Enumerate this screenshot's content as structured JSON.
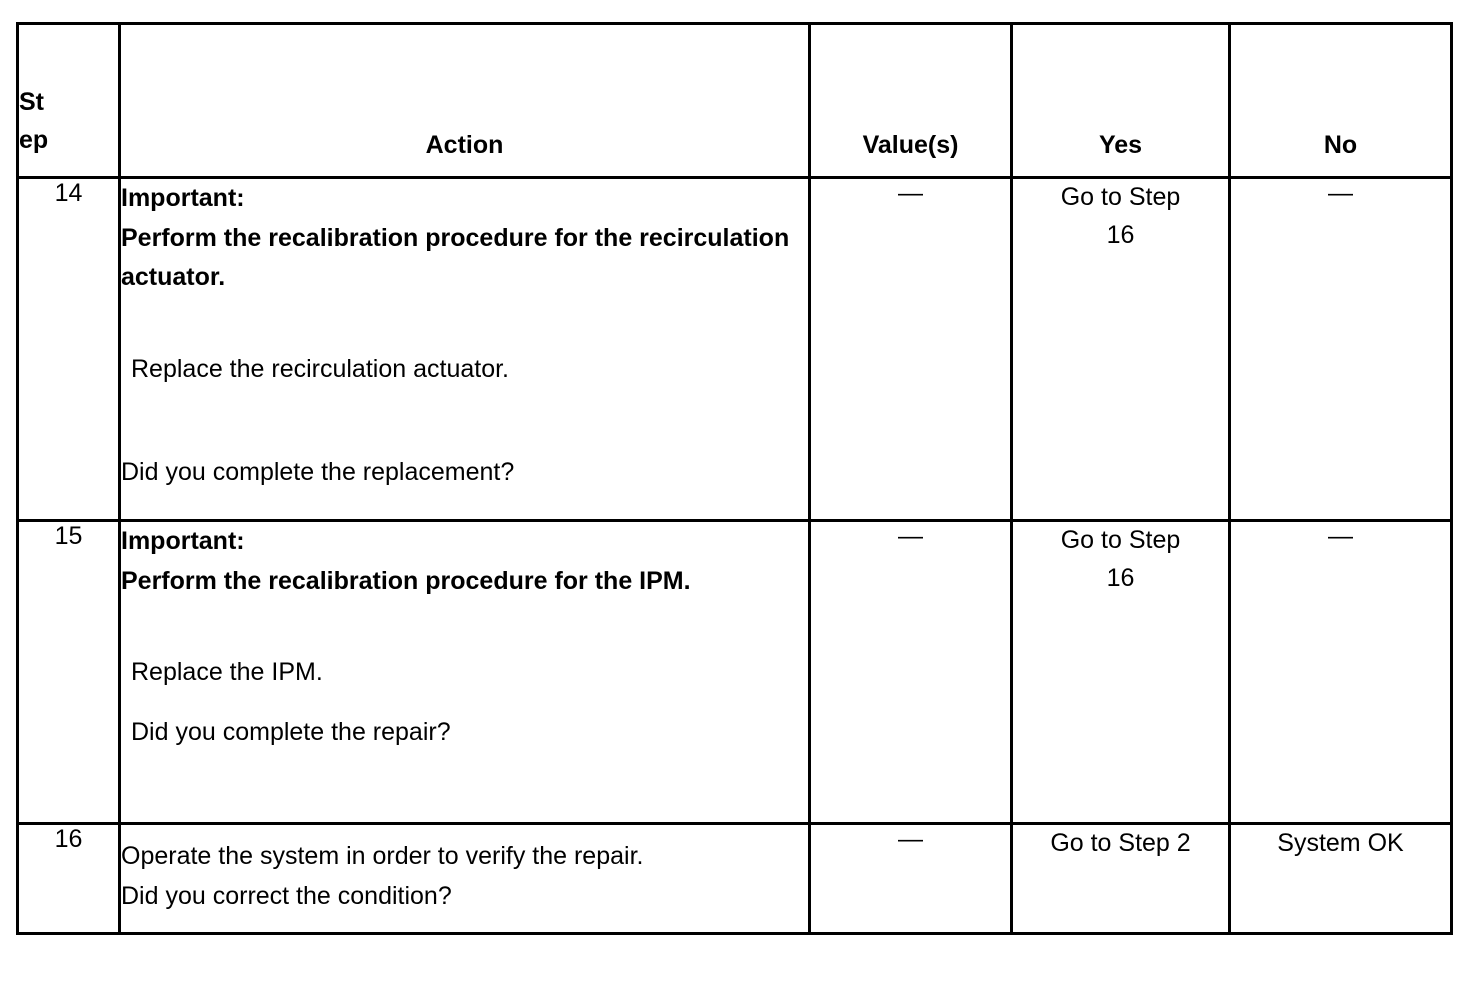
{
  "table": {
    "headers": {
      "step_line1": "St",
      "step_line2": "ep",
      "action": "Action",
      "values": "Value(s)",
      "yes": "Yes",
      "no": "No"
    },
    "rows": [
      {
        "step": "14",
        "action": {
          "important_label": "Important:",
          "important_body": "Perform the recalibration procedure for the recirculation actuator.",
          "instruction": "Replace the recirculation actuator.",
          "question": "Did you complete the replacement?"
        },
        "values": "—",
        "yes_line1": "Go to Step",
        "yes_line2": "16",
        "no": "—"
      },
      {
        "step": "15",
        "action": {
          "important_label": "Important:",
          "important_body": "Perform the recalibration procedure for the IPM.",
          "instruction": "Replace the IPM.",
          "question": "Did you complete the repair?"
        },
        "values": "—",
        "yes_line1": "Go to Step",
        "yes_line2": "16",
        "no": "—"
      },
      {
        "step": "16",
        "action": {
          "instruction": "Operate the system in order to verify the repair.",
          "question": "Did you correct the condition?"
        },
        "values": "—",
        "yes_line1": "Go to Step 2",
        "yes_line2": "",
        "no": "System OK"
      }
    ]
  },
  "colors": {
    "background": "#ffffff",
    "text": "#000000",
    "border": "#000000"
  }
}
